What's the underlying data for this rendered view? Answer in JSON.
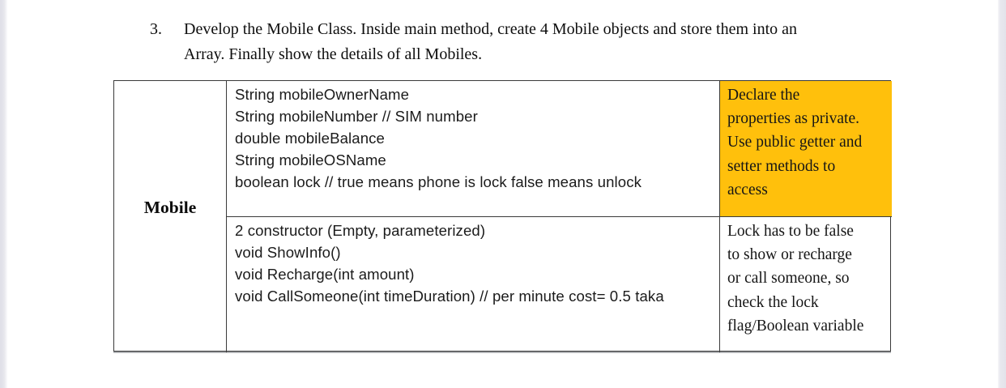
{
  "page": {
    "background": "#ffffff",
    "left_edge_color": "#e2e2e9",
    "right_edge_color": "#e6e6ec"
  },
  "assignment": {
    "number": "3.",
    "text": "Develop the Mobile Class. Inside main method, create 4 Mobile objects and store them into an\nArray. Finally show the details of all Mobiles."
  },
  "class_table": {
    "class_name": "Mobile",
    "highlight_color": "#FFC00C",
    "border_color": "#3a3a3a",
    "cells": {
      "properties": "String mobileOwnerName\nString mobileNumber // SIM number\ndouble mobileBalance\nString mobileOSName\nboolean lock // true means phone is lock false means unlock",
      "properties_note": "Declare the\nproperties as private.\nUse public getter and\nsetter methods to\naccess",
      "methods": "2 constructor (Empty, parameterized)\nvoid ShowInfo()\nvoid Recharge(int amount)\nvoid CallSomeone(int timeDuration) // per minute cost= 0.5 taka",
      "methods_note": "Lock has to be false\nto show or recharge\nor call someone, so\ncheck the lock\nflag/Boolean variable"
    }
  }
}
